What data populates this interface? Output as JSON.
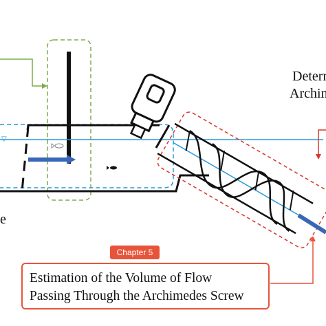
{
  "labels": {
    "right_line1": "Determ",
    "right_line2": "Archim",
    "left_fragment": "e"
  },
  "water_symbol": "▽",
  "chapter_badge": "Chapter 5",
  "caption": {
    "line1": "Estimation of the Volume of Flow",
    "line2": "Passing Through the Archimedes Screw"
  },
  "colors": {
    "accent": "#e8543a",
    "green_dashed": "#7dac4c",
    "water_blue": "#2a9ad6",
    "flow_arrow": "#3a67b5",
    "red_dashed": "#d63a2f"
  }
}
